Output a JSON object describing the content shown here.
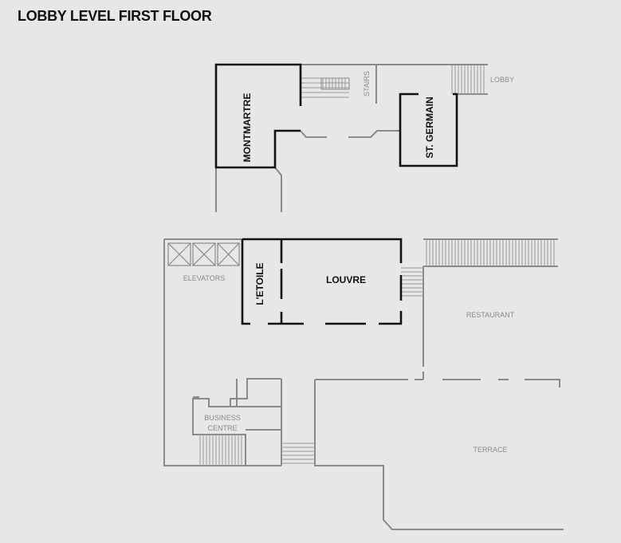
{
  "header": {
    "title": "LOBBY LEVEL FIRST FLOOR"
  },
  "rooms": {
    "montmartre": "MONTMARTRE",
    "st_germain": "ST. GERMAIN",
    "letoile": "L'ETOILE",
    "louvre": "LOUVRE"
  },
  "areas": {
    "stairs": "STAIRS",
    "lobby": "LOBBY",
    "elevators": "ELEVATORS",
    "restaurant": "RESTAURANT",
    "business_centre_line1": "BUSINESS",
    "business_centre_line2": "CENTRE",
    "terrace": "TERRACE"
  },
  "colors": {
    "background": "#e7e7e7",
    "room_wall": "#111111",
    "structure_wall": "#8a8a8a"
  }
}
